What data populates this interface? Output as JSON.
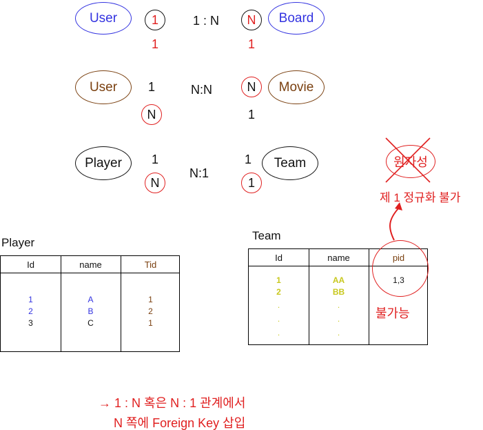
{
  "relations": [
    {
      "left": "User",
      "right": "Board",
      "cardinality": "1 : N",
      "left_top": "1",
      "right_top": "N",
      "left_bottom": "1",
      "right_bottom": "1"
    },
    {
      "left": "User",
      "right": "Movie",
      "cardinality": "N:N",
      "left_top": "1",
      "right_top": "N",
      "left_bottom": "N",
      "right_bottom": "1"
    },
    {
      "left": "Player",
      "right": "Team",
      "cardinality": "N:1",
      "left_top": "1",
      "right_top": "1",
      "left_bottom": "N",
      "right_bottom": "1"
    }
  ],
  "atomicity_label": "원자성",
  "first_normal_form_note": "제 1 정규화 불가",
  "player_table": {
    "title": "Player",
    "headers": [
      "Id",
      "name",
      "Tid"
    ],
    "rows": [
      [
        "1",
        "A",
        "1"
      ],
      [
        "2",
        "B",
        "2"
      ],
      [
        "3",
        "C",
        "1"
      ]
    ]
  },
  "team_table": {
    "title": "Team",
    "headers": [
      "Id",
      "name",
      "pid"
    ],
    "id_values": [
      "1",
      "2",
      ".",
      ".",
      "."
    ],
    "name_values": [
      "AA",
      "BB",
      ".",
      ".",
      "."
    ],
    "pid_value": "1,3",
    "impossible_label": "불가능"
  },
  "footer": {
    "line1": "→ 1 : N 혹은 N : 1 관계에서",
    "line2": "N 쪽에 Foreign Key 삽입"
  },
  "colors": {
    "red": "#e01f1f",
    "blue": "#3333e0",
    "brown": "#7a4010",
    "yellow": "#c8c81e"
  }
}
